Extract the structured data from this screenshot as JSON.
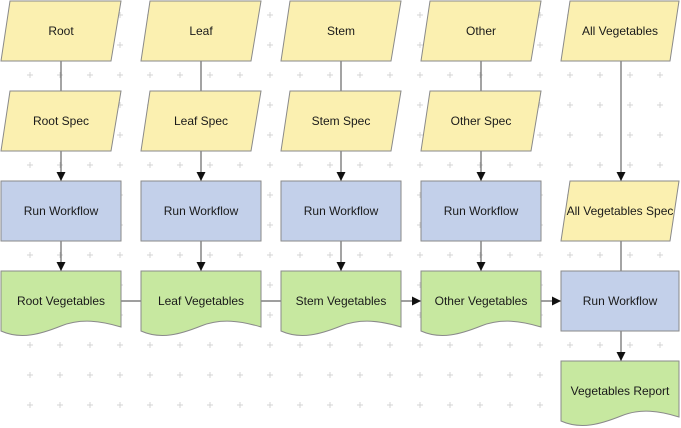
{
  "columns": [
    {
      "input": "Root",
      "spec": "Root Spec",
      "process": "Run Workflow",
      "output": "Root Vegetables"
    },
    {
      "input": "Leaf",
      "spec": "Leaf Spec",
      "process": "Run Workflow",
      "output": "Leaf Vegetables"
    },
    {
      "input": "Stem",
      "spec": "Stem Spec",
      "process": "Run Workflow",
      "output": "Stem Vegetables"
    },
    {
      "input": "Other",
      "spec": "Other Spec",
      "process": "Run Workflow",
      "output": "Other Vegetables"
    }
  ],
  "final_column": {
    "input": "All Vegetables",
    "spec": "All Vegetables Spec",
    "process": "Run Workflow",
    "output": "Vegetables Report"
  },
  "colors": {
    "data_fill": "#fbf0b0",
    "process_fill": "#c3d0ea",
    "document_fill": "#c7e8a0",
    "stroke": "#8a8a8a",
    "connector": "#666666",
    "arrowhead": "#111111",
    "grid": "#d4d4d4"
  }
}
